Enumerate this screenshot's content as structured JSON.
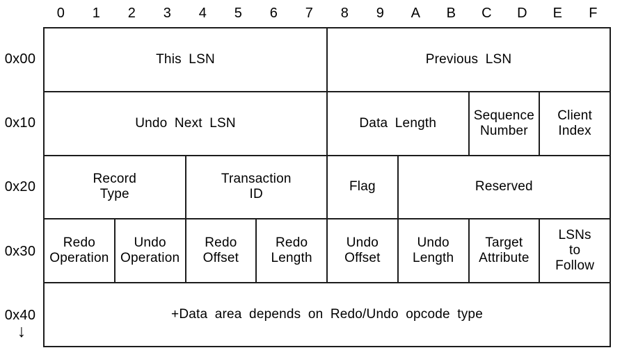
{
  "diagram": {
    "description": "Log record byte-layout diagram",
    "line_color": "#1c1c1c",
    "background_color": "#ffffff",
    "text_color": "#000000",
    "column_headers": [
      "0",
      "1",
      "2",
      "3",
      "4",
      "5",
      "6",
      "7",
      "8",
      "9",
      "A",
      "B",
      "C",
      "D",
      "E",
      "F"
    ],
    "row_offsets": [
      "0x00",
      "0x10",
      "0x20",
      "0x30",
      "0x40"
    ],
    "continuation_arrow": "↓",
    "rows": [
      {
        "offset": "0x00",
        "cells": [
          {
            "label": "This LSN",
            "span": 8
          },
          {
            "label": "Previous LSN",
            "span": 8
          }
        ]
      },
      {
        "offset": "0x10",
        "cells": [
          {
            "label": "Undo Next LSN",
            "span": 8
          },
          {
            "label": "Data Length",
            "span": 4
          },
          {
            "label": "Sequence\nNumber",
            "span": 2
          },
          {
            "label": "Client\nIndex",
            "span": 2
          }
        ]
      },
      {
        "offset": "0x20",
        "cells": [
          {
            "label": "Record\nType",
            "span": 4
          },
          {
            "label": "Transaction\nID",
            "span": 4
          },
          {
            "label": "Flag",
            "span": 2
          },
          {
            "label": "Reserved",
            "span": 6
          }
        ]
      },
      {
        "offset": "0x30",
        "cells": [
          {
            "label": "Redo\nOperation",
            "span": 2
          },
          {
            "label": "Undo\nOperation",
            "span": 2
          },
          {
            "label": "Redo\nOffset",
            "span": 2
          },
          {
            "label": "Redo\nLength",
            "span": 2
          },
          {
            "label": "Undo\nOffset",
            "span": 2
          },
          {
            "label": "Undo\nLength",
            "span": 2
          },
          {
            "label": "Target\nAttribute",
            "span": 2
          },
          {
            "label": "LSNs\nto\nFollow",
            "span": 2
          }
        ]
      },
      {
        "offset": "0x40",
        "cells": [
          {
            "label": "+Data area depends on Redo/Undo opcode type",
            "span": 16
          }
        ]
      }
    ]
  }
}
